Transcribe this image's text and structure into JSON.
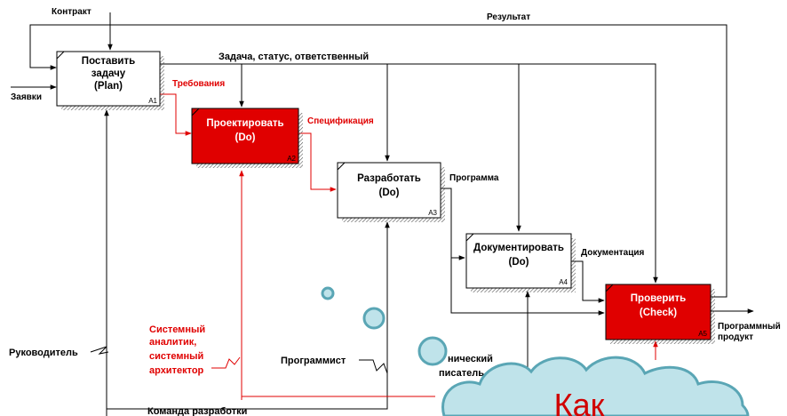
{
  "colors": {
    "arrow_black": "#000000",
    "arrow_red": "#e00000",
    "box_red": "#e00000",
    "box_white": "#ffffff",
    "cloud_fill": "#bfe3ea",
    "cloud_stroke": "#5aa6b5",
    "cloud_text": "#d00000"
  },
  "boxes": [
    {
      "id": "a1",
      "lines": [
        "Поставить",
        "задачу",
        "(Plan)"
      ],
      "num": "A1",
      "style": "white"
    },
    {
      "id": "a2",
      "lines": [
        "Проектировать",
        "(Do)"
      ],
      "num": "A2",
      "style": "red"
    },
    {
      "id": "a3",
      "lines": [
        "Разработать",
        "(Do)"
      ],
      "num": "A3",
      "style": "white"
    },
    {
      "id": "a4",
      "lines": [
        "Документировать",
        "(Do)"
      ],
      "num": "A4",
      "style": "white"
    },
    {
      "id": "a5",
      "lines": [
        "Проверить",
        "(Check)"
      ],
      "num": "A5",
      "style": "red"
    }
  ],
  "labels": {
    "contract": "Контракт",
    "result": "Результат",
    "requests": "Заявки",
    "task": "Задача, статус, ответственный",
    "requirements": "Требования",
    "specification": "Спецификация",
    "program": "Программа",
    "documentation": "Документация",
    "product": [
      "Программный",
      "продукт"
    ],
    "manager": "Руководитель",
    "analyst": [
      "Системный",
      "аналитик,",
      "системный",
      "архитектор"
    ],
    "programmer": "Программист",
    "writer": [
      "нический",
      "писатель"
    ],
    "team": "Команда разработки"
  },
  "cloud": {
    "text": "Как"
  }
}
